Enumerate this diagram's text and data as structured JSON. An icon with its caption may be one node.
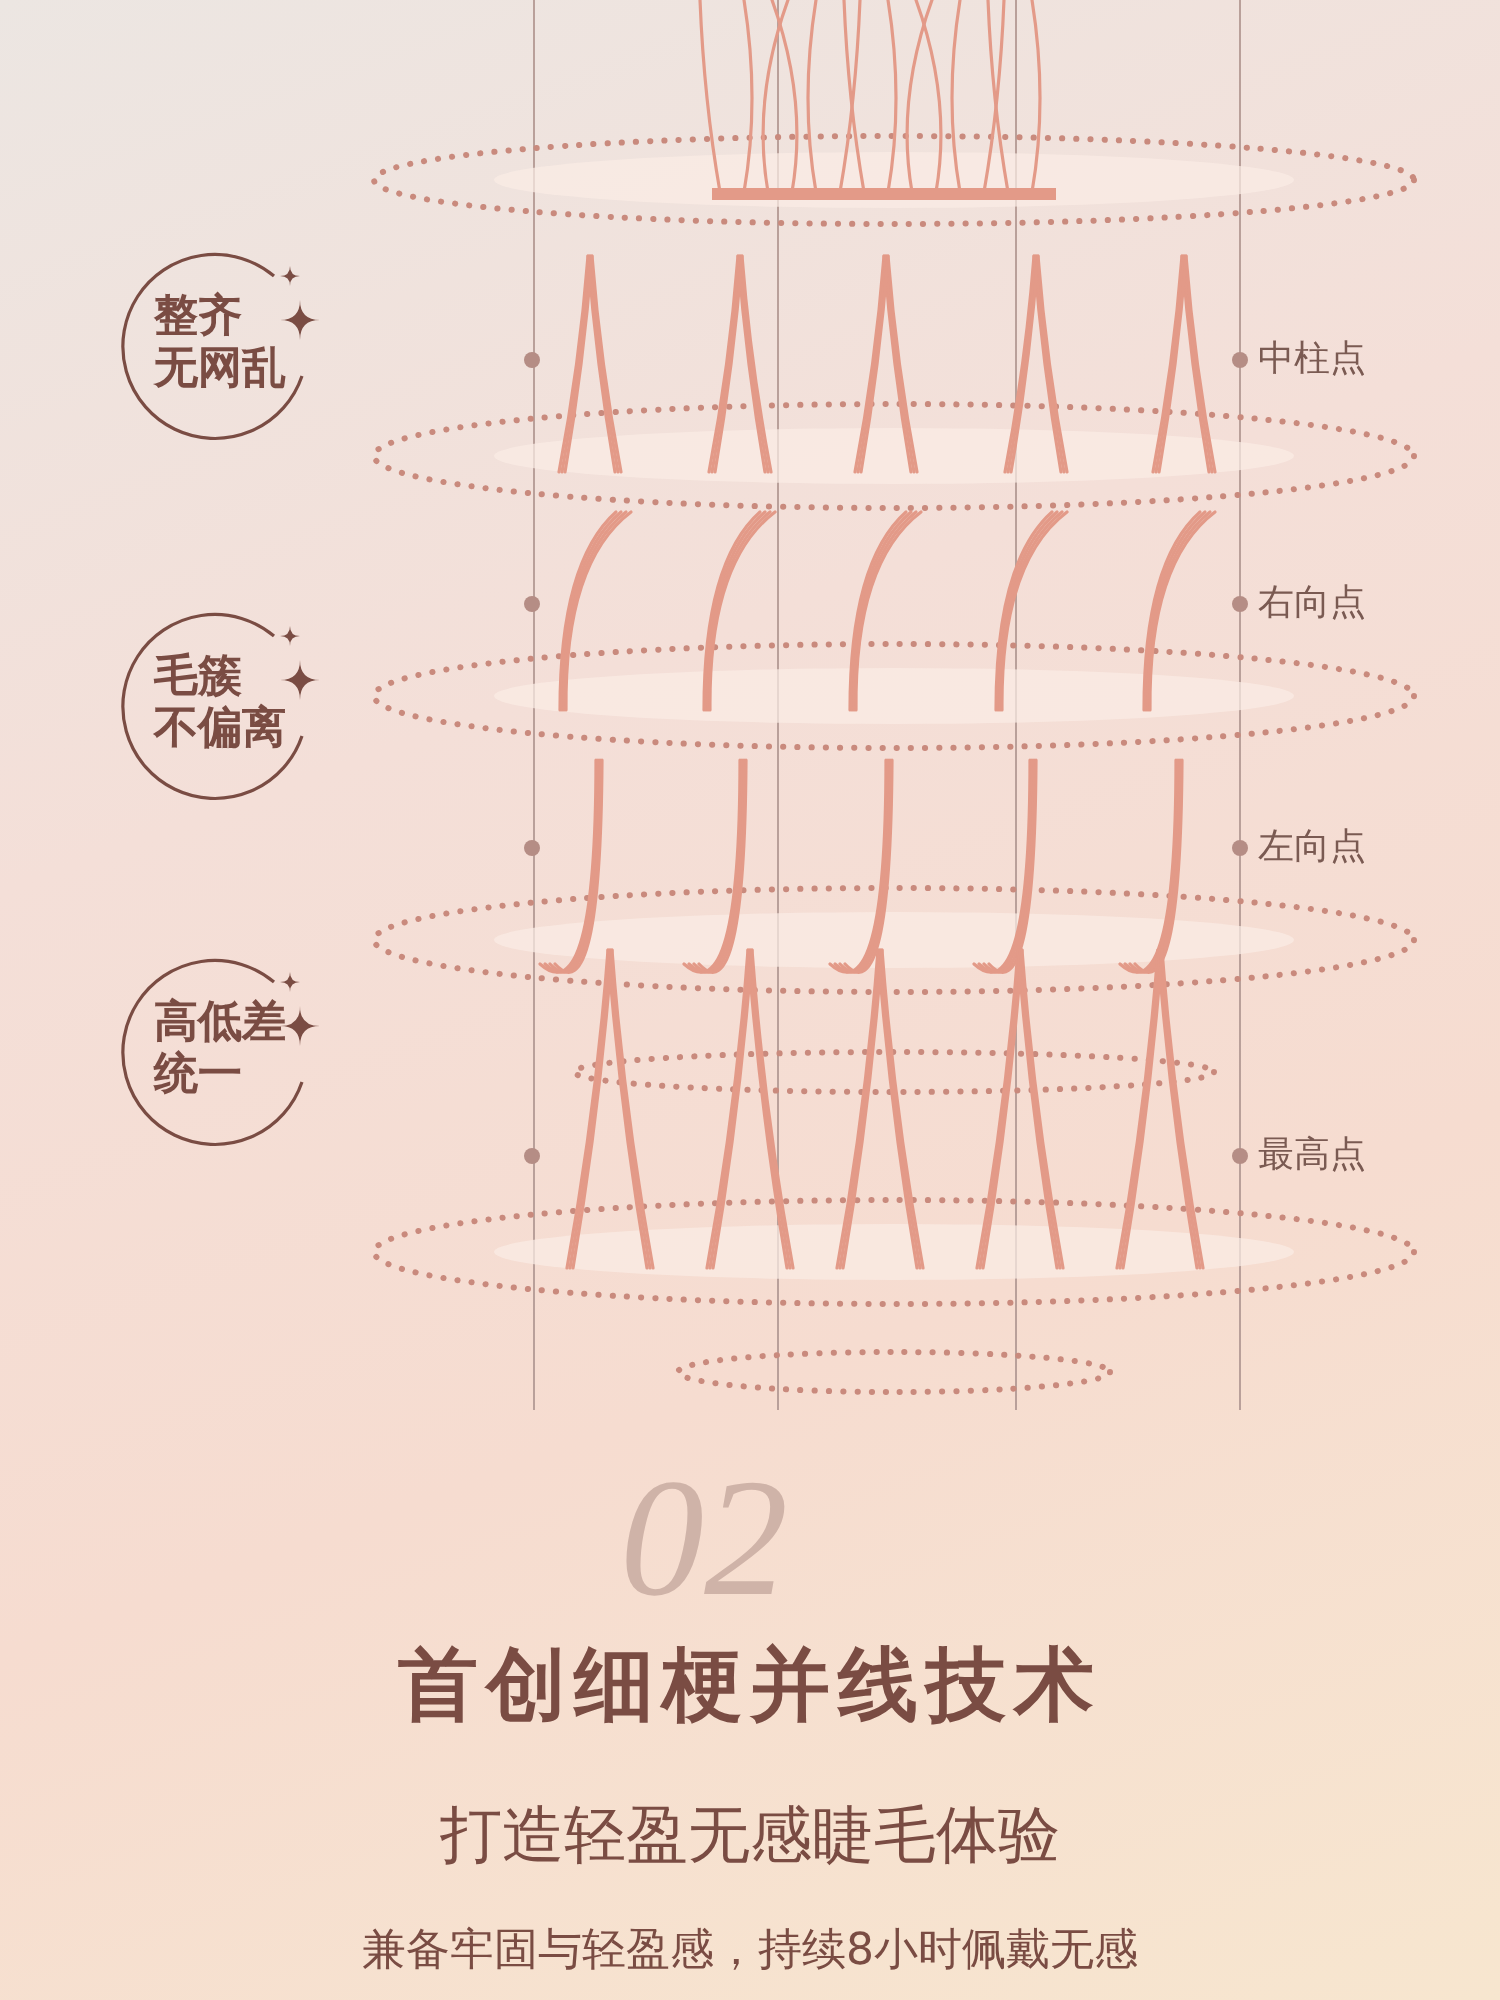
{
  "diagram": {
    "title": "首创细梗并线技术",
    "nodes": [
      {
        "text": [
          "整齐",
          "无网乱"
        ]
      },
      {
        "text": [
          "毛簇",
          "不偏离"
        ]
      },
      {
        "text": [
          "高低差",
          "统一"
        ]
      }
    ],
    "labels": [
      "中柱点",
      "右向点",
      "左向点",
      "最高点",
      "02",
      "打造轻盈无感睫毛体验",
      "兼备牢固与轻盈感，持续8小时佩戴无感"
    ]
  }
}
